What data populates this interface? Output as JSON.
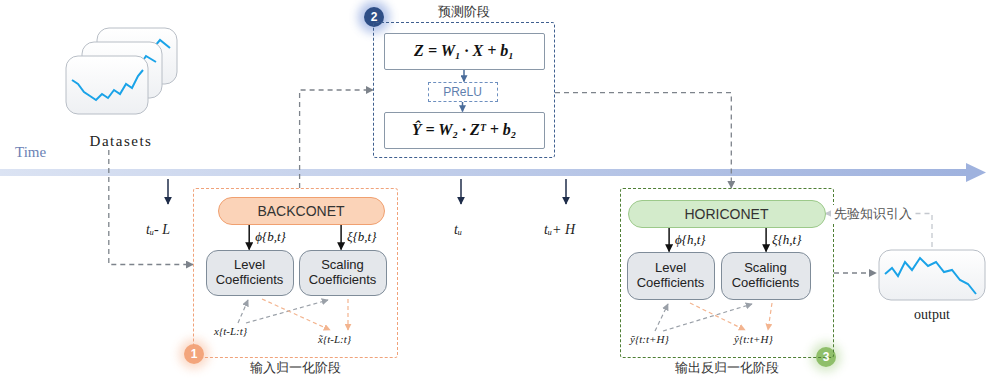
{
  "diagram": {
    "nodes": [
      {
        "text": [
          "Datasets"
        ]
      },
      {
        "text": [
          "输入归一化阶段"
        ]
      },
      {
        "text": [
          "BACKCONET"
        ],
        "in": 1
      },
      {
        "text": [
          "Level Coefficients"
        ],
        "in": 1
      },
      {
        "text": [
          "Scaling Coefficients"
        ],
        "in": 1
      },
      {
        "text": [
          "预测阶段"
        ]
      },
      {
        "text": [
          "Z = W₁ · X + b₁"
        ],
        "in": 5
      },
      {
        "text": [
          "PReLU"
        ],
        "in": 5
      },
      {
        "text": [
          "Ŷ = W₂ · Zᵀ + b₂"
        ],
        "in": 5
      },
      {
        "text": [
          "输出反归一化阶段"
        ]
      },
      {
        "text": [
          "HORICONET"
        ],
        "in": 9
      },
      {
        "text": [
          "Level Coefficients"
        ],
        "in": 9
      },
      {
        "text": [
          "Scaling Coefficients"
        ],
        "in": 9
      },
      {
        "text": [
          "output"
        ]
      }
    ],
    "edges": [
      {
        "from": 0,
        "to": 1,
        "arrow": "to"
      },
      {
        "from": 1,
        "to": 5,
        "arrow": "to"
      },
      {
        "from": 5,
        "to": 9,
        "arrow": "to"
      },
      {
        "from": 2,
        "to": 3,
        "arrow": "to",
        "label": "ϕ{b,t}"
      },
      {
        "from": 2,
        "to": 4,
        "arrow": "to",
        "label": "ξ{b,t}"
      },
      {
        "from": 6,
        "to": 7,
        "arrow": "to"
      },
      {
        "from": 7,
        "to": 8,
        "arrow": "to"
      },
      {
        "from": 10,
        "to": 11,
        "arrow": "to",
        "label": "ϕ{h,t}"
      },
      {
        "from": 10,
        "to": 12,
        "arrow": "to",
        "label": "ξ{h,t}"
      },
      {
        "from": 9,
        "to": 13,
        "arrow": "to"
      },
      {
        "from": 13,
        "to": 10,
        "arrow": "to",
        "label": "先验知识引入"
      }
    ],
    "labels": [
      "Time",
      "tᵤ- L",
      "tᵤ",
      "tᵤ+ H",
      "1",
      "x{t-L:t}",
      "x̃{t-L:t}",
      "2",
      "3",
      "ỹ{t:t+H}",
      "ŷ{t:t+H}"
    ]
  }
}
